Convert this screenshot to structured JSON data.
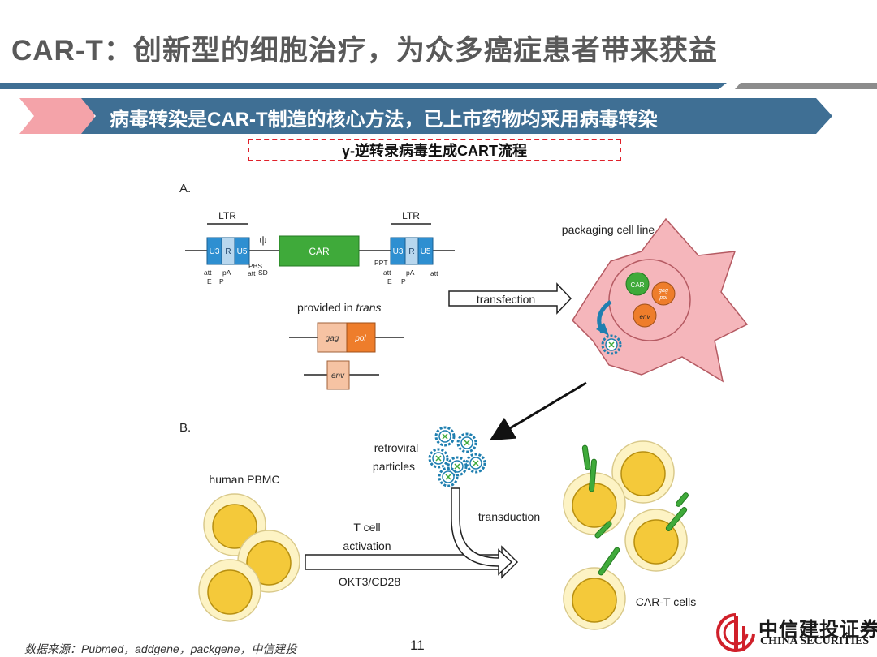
{
  "slide": {
    "title": "CAR-T：创新型的细胞治疗，为众多癌症患者带来获益",
    "subtitle": "病毒转染是CAR-T制造的核心方法，已上市药物均采用病毒转染",
    "diagram_title": "γ-逆转录病毒生成CART流程",
    "source": "数据来源：Pubmed，addgene，packgene，中信建投",
    "page_number": "11",
    "logo_cn": "中信建投证券",
    "logo_en": "CHINA SECURITIES"
  },
  "diagram": {
    "panel_a": "A.",
    "panel_b": "B.",
    "ltr_left": "LTR",
    "ltr_right": "LTR",
    "u3": "U3",
    "r": "R",
    "u5": "U5",
    "psi": "ψ",
    "car": "CAR",
    "pbs": "PBS",
    "sd": "SD",
    "ppt": "PPT",
    "att": "att",
    "e": "E",
    "p": "P",
    "pa": "pA",
    "provided_prefix": "provided in ",
    "provided_italic": "trans",
    "gag": "gag",
    "pol": "pol",
    "env": "env",
    "transfection": "transfection",
    "packaging_cell_line": "packaging cell line",
    "retroviral_line1": "retroviral",
    "retroviral_line2": "particles",
    "human_pbmc": "human PBMC",
    "transduction": "transduction",
    "t_cell_line1": "T cell",
    "t_cell_line2": "activation",
    "okt3": "OKT3/CD28",
    "cart_cells": "CAR-T cells"
  },
  "colors": {
    "title_gray": "#595959",
    "banner_blue": "#3f6f94",
    "banner_pink": "#f4a3a9",
    "dash_red": "#e0202a",
    "ltr_blue": "#2e8fd1",
    "ltr_light": "#b8d7ee",
    "car_green": "#3faa3a",
    "gag_peach": "#f6c3a3",
    "pol_orange": "#ee7d2b",
    "cell_pink": "#f5b6bb",
    "nucleus_yellow": "#f4c93a",
    "cell_ring": "#fdf3c4"
  }
}
